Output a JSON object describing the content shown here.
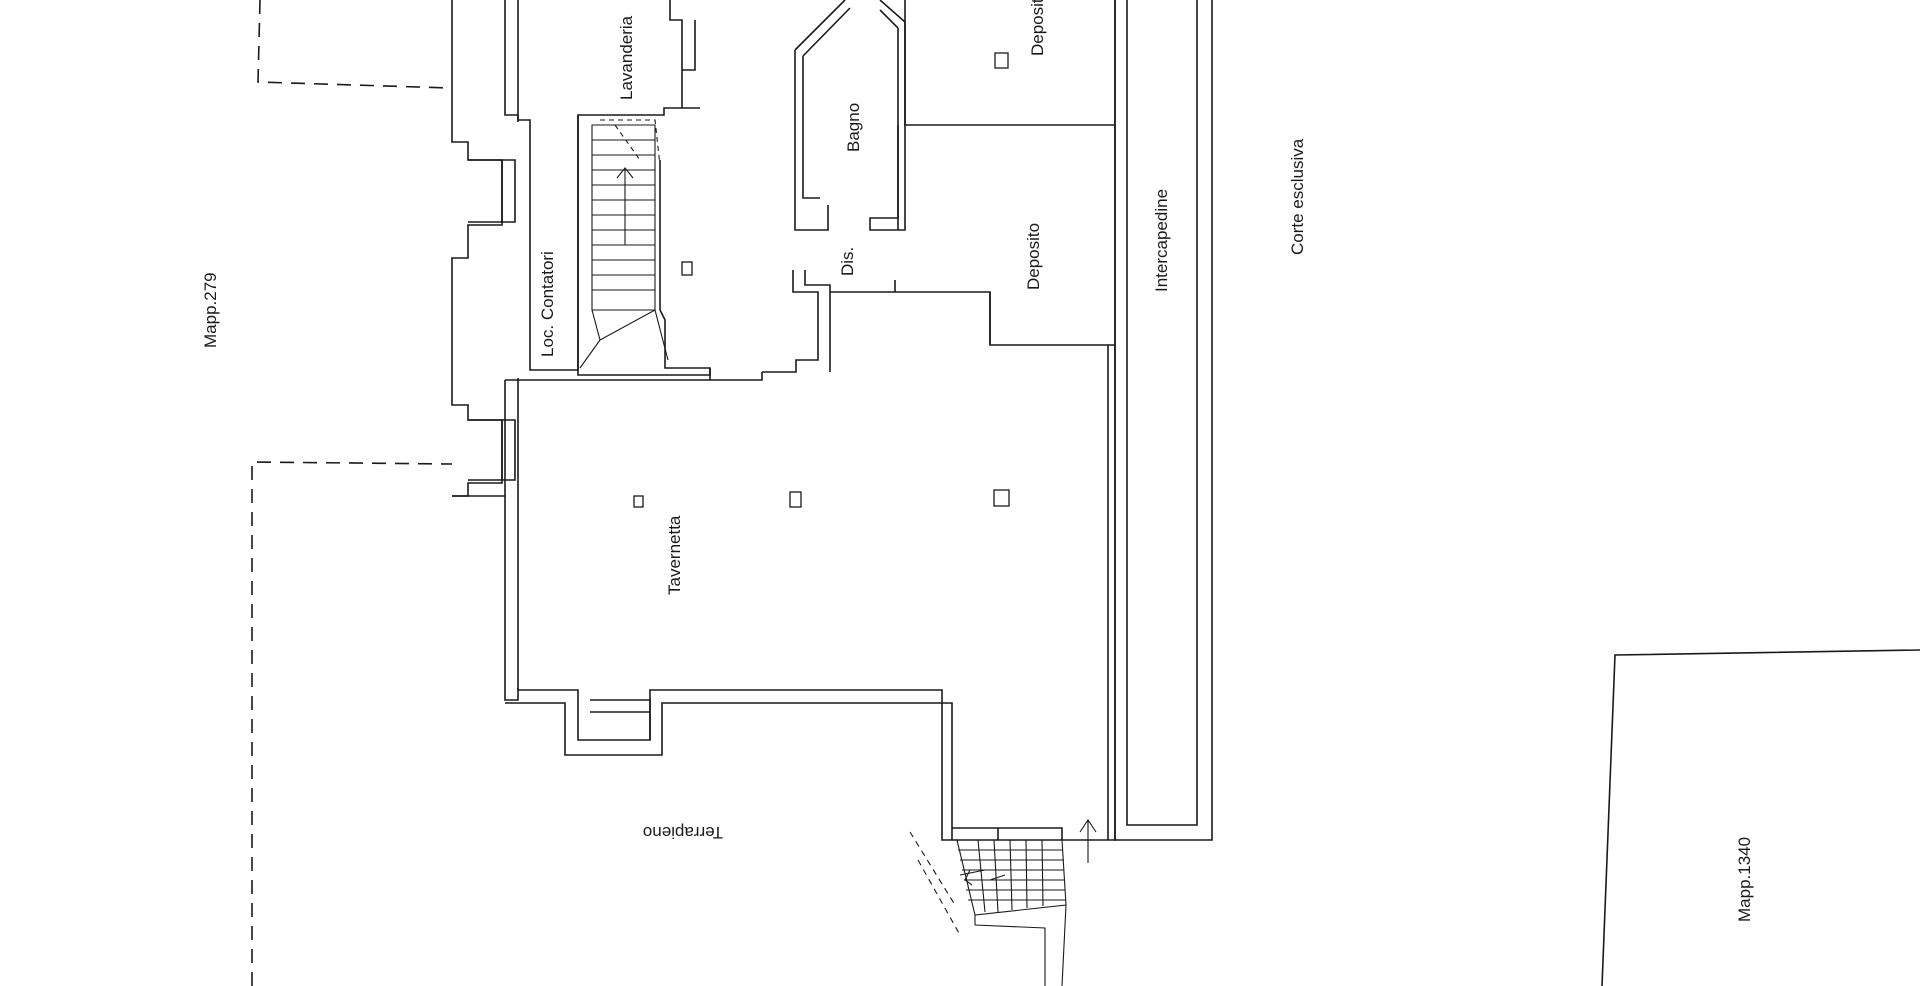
{
  "labels": {
    "lavanderia": "Lavanderia",
    "deposito_top": "Deposito",
    "bagno": "Bagno",
    "deposito": "Deposito",
    "intercapedine": "Intercapedine",
    "corte": "Corte esclusiva",
    "loc_contatori": "Loc. Contatori",
    "dis": "Dis.",
    "mapp279": "Mapp.279",
    "tavernetta": "Tavernetta",
    "terrapieno": "Terrapieno",
    "mapp1340": "Mapp.1340"
  },
  "colors": {
    "line": "#1a1a1a",
    "background": "#ffffff"
  }
}
